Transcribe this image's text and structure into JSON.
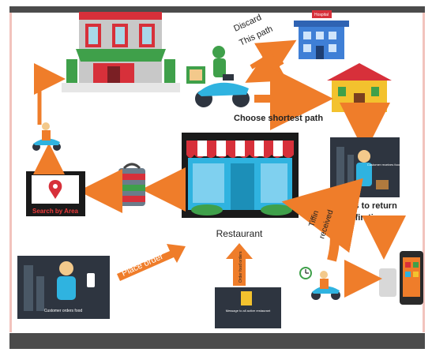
{
  "labels": {
    "discard_line1": "Discard",
    "discard_line2": "This path",
    "choose_path": "Choose shortest path",
    "restaurant": "Restaurant",
    "search_by_area": "Search by Area",
    "place_order": "Place order",
    "tiffin_line1": "Tiffin",
    "tiffin_line2": "received",
    "return_line1": "12hrs to return",
    "return_line2": "tiffin time",
    "customer_orders_food": "Customer orders food",
    "customer_receives_food": "Customer receives food",
    "order_food_orders": "Order food orders",
    "message_restaurant": "Message to all active restaurant",
    "hospital_sign": "Hospital"
  },
  "colors": {
    "orange": "#ef7d2a",
    "dark_panel": "#2e3540",
    "frame_gray": "#4b4b4b",
    "awning_red": "#d7303a",
    "door_teal": "#2fb3e0",
    "border_pink": "#f2c3bd"
  },
  "icons": [
    "storefront-icon",
    "delivery-scooter-icon",
    "hospital-icon",
    "house-icon",
    "restaurant-icon",
    "tiffin-box-icon",
    "map-pin-icon",
    "customer-icon",
    "phone-order-icon",
    "clock-icon",
    "delivery-scooter-small-icon"
  ]
}
